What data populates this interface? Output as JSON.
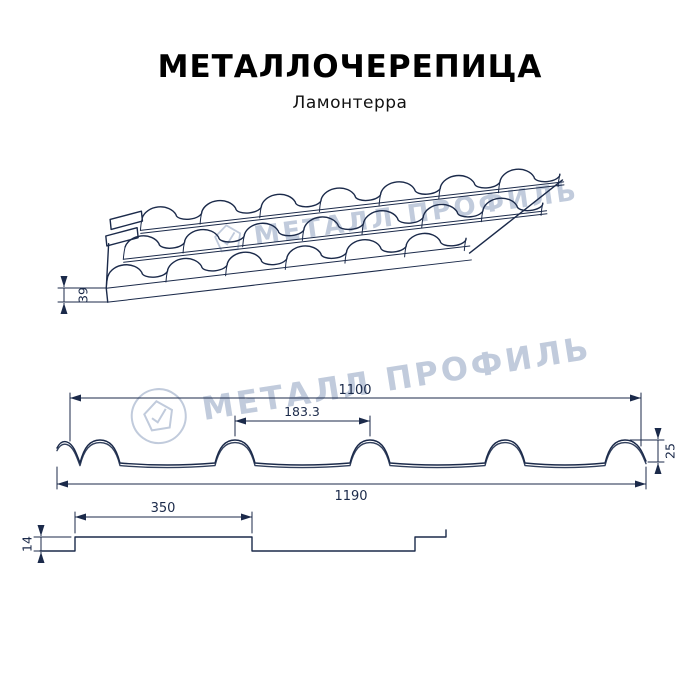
{
  "title": "МЕТАЛЛОЧЕРЕПИЦА",
  "subtitle": "Ламонтерра",
  "watermark": {
    "text": "МЕТАЛЛ ПРОФИЛЬ"
  },
  "colors": {
    "line": "#1b2a4a",
    "watermark": "#b7c3d6",
    "title": "#000000"
  },
  "dimensions": {
    "eave_height": "39",
    "cover_width": "1100",
    "wave_pitch": "183.3",
    "profile_height": "25",
    "full_width": "1190",
    "module_length": "350",
    "step_height": "14"
  }
}
